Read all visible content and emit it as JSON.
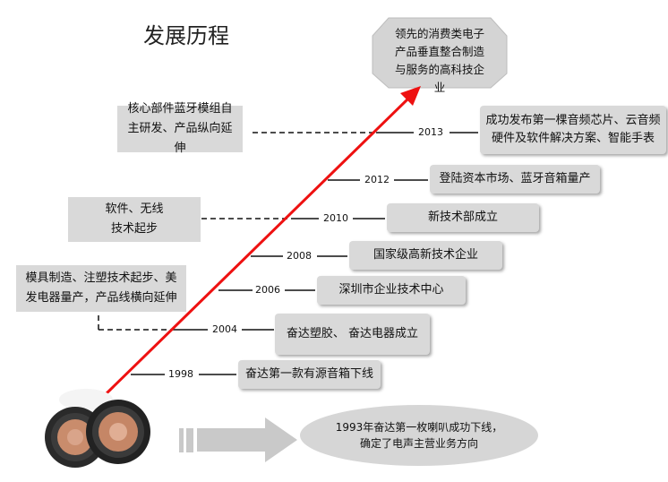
{
  "title": "发展历程",
  "goal": "领先的消费类电子产品垂直整合制造与服务的高科技企业",
  "origin": "1993年奋达第一枚喇叭成功下线，确定了电声主营业务方向",
  "milestones": [
    {
      "year": "2013",
      "event": "成功发布第一棵音频芯片、云音频硬件及软件解决方案、智能手表"
    },
    {
      "year": "2012",
      "event": "登陆资本市场、蓝牙音箱量产"
    },
    {
      "year": "2010",
      "event": "新技术部成立"
    },
    {
      "year": "2008",
      "event": "国家级高新技术企业"
    },
    {
      "year": "2006",
      "event": "深圳市企业技术中心"
    },
    {
      "year": "2004",
      "event": "奋达塑胶、 奋达电器成立"
    },
    {
      "year": "1998",
      "event": "奋达第一款有源音箱下线"
    }
  ],
  "side_notes": [
    "核心部件蓝牙模组自主研发、产品纵向延伸",
    "软件、无线技术起步",
    "模具制造、注塑技术起步、美发电器量产，产品线横向延伸"
  ],
  "colors": {
    "arrow": "#ee1111",
    "box": "#d9d9d9",
    "line": "#111111"
  },
  "icons": [
    "speaker-image",
    "chevron-arrow-icon",
    "octagon-goal"
  ]
}
